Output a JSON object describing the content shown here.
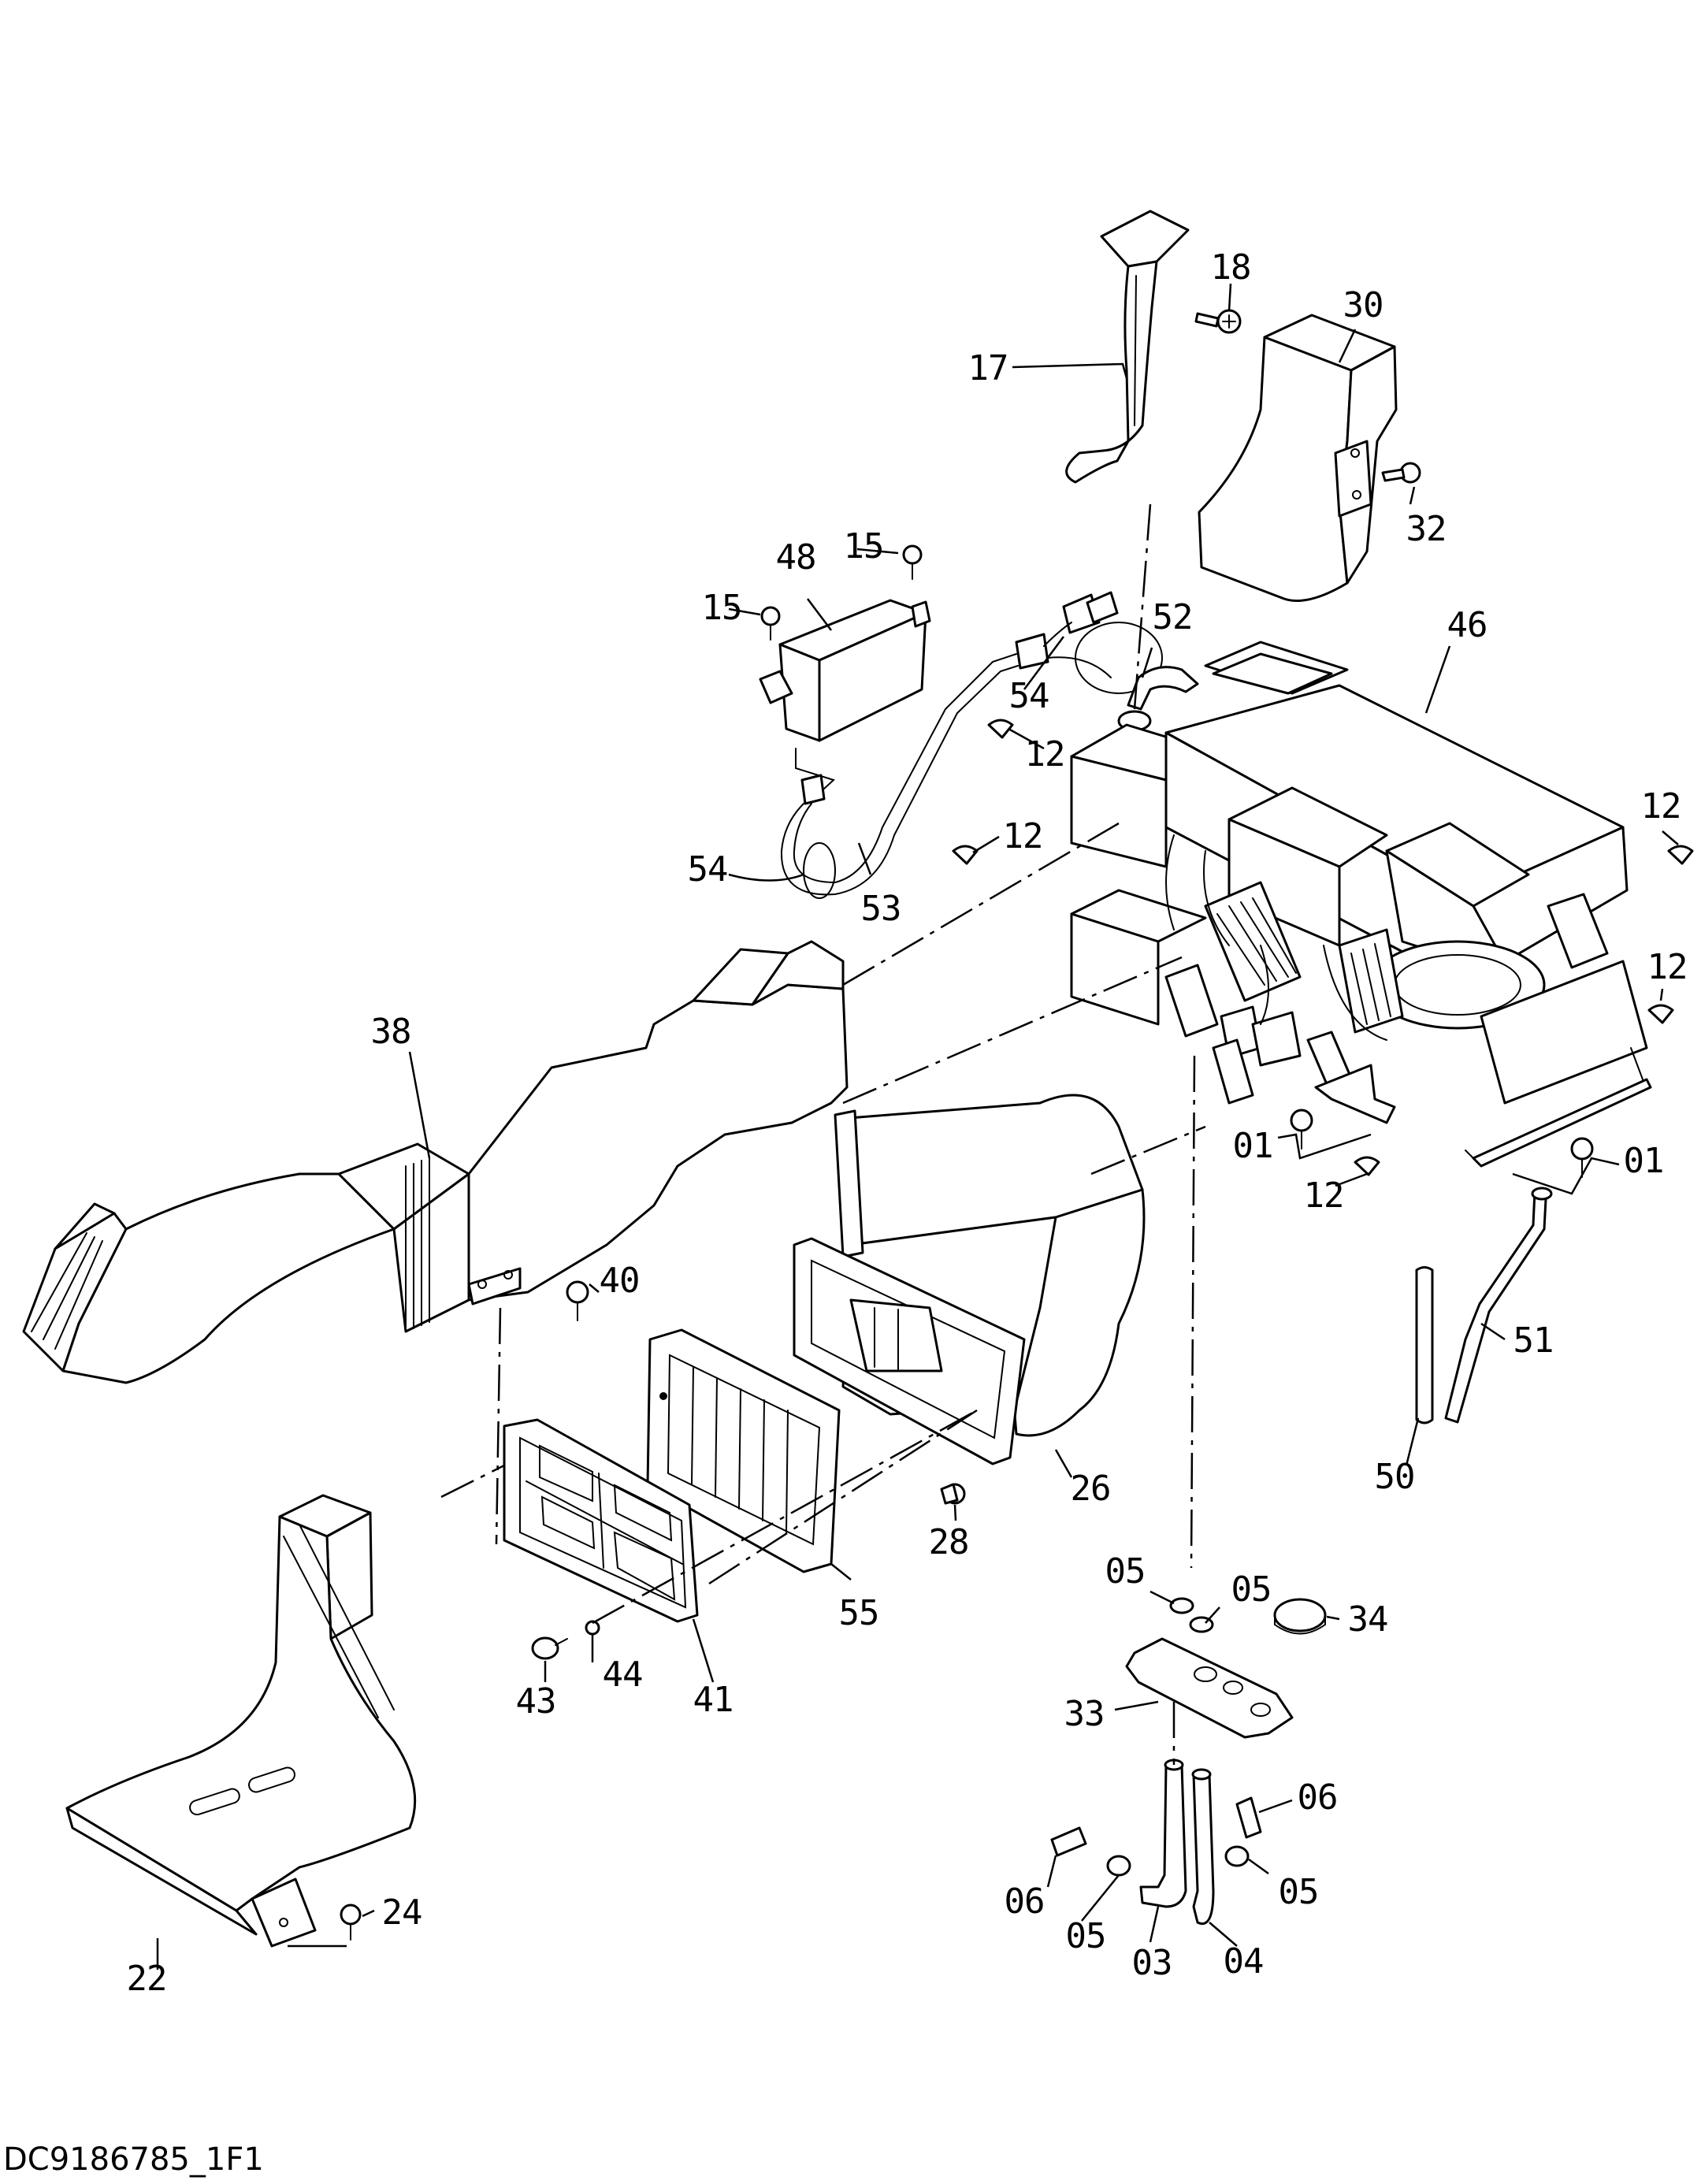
{
  "document_id": "DC9186785_1F1",
  "callouts": [
    {
      "id": "c-18",
      "text": "18"
    },
    {
      "id": "c-30",
      "text": "30"
    },
    {
      "id": "c-17",
      "text": "17"
    },
    {
      "id": "c-32",
      "text": "32"
    },
    {
      "id": "c-15a",
      "text": "15"
    },
    {
      "id": "c-48",
      "text": "48"
    },
    {
      "id": "c-15b",
      "text": "15"
    },
    {
      "id": "c-52",
      "text": "52"
    },
    {
      "id": "c-46",
      "text": "46"
    },
    {
      "id": "c-54a",
      "text": "54"
    },
    {
      "id": "c-12a",
      "text": "12"
    },
    {
      "id": "c-12b",
      "text": "12"
    },
    {
      "id": "c-12c",
      "text": "12"
    },
    {
      "id": "c-54b",
      "text": "54"
    },
    {
      "id": "c-53",
      "text": "53"
    },
    {
      "id": "c-12d",
      "text": "12"
    },
    {
      "id": "c-38",
      "text": "38"
    },
    {
      "id": "c-01a",
      "text": "01"
    },
    {
      "id": "c-01b",
      "text": "01"
    },
    {
      "id": "c-12e",
      "text": "12"
    },
    {
      "id": "c-40",
      "text": "40"
    },
    {
      "id": "c-51",
      "text": "51"
    },
    {
      "id": "c-50",
      "text": "50"
    },
    {
      "id": "c-26",
      "text": "26"
    },
    {
      "id": "c-28",
      "text": "28"
    },
    {
      "id": "c-05a",
      "text": "05"
    },
    {
      "id": "c-05b",
      "text": "05"
    },
    {
      "id": "c-34",
      "text": "34"
    },
    {
      "id": "c-55",
      "text": "55"
    },
    {
      "id": "c-43",
      "text": "43"
    },
    {
      "id": "c-44",
      "text": "44"
    },
    {
      "id": "c-41",
      "text": "41"
    },
    {
      "id": "c-33",
      "text": "33"
    },
    {
      "id": "c-06a",
      "text": "06"
    },
    {
      "id": "c-06b",
      "text": "06"
    },
    {
      "id": "c-05c",
      "text": "05"
    },
    {
      "id": "c-05d",
      "text": "05"
    },
    {
      "id": "c-03",
      "text": "03"
    },
    {
      "id": "c-04",
      "text": "04"
    },
    {
      "id": "c-24",
      "text": "24"
    },
    {
      "id": "c-22",
      "text": "22"
    }
  ]
}
